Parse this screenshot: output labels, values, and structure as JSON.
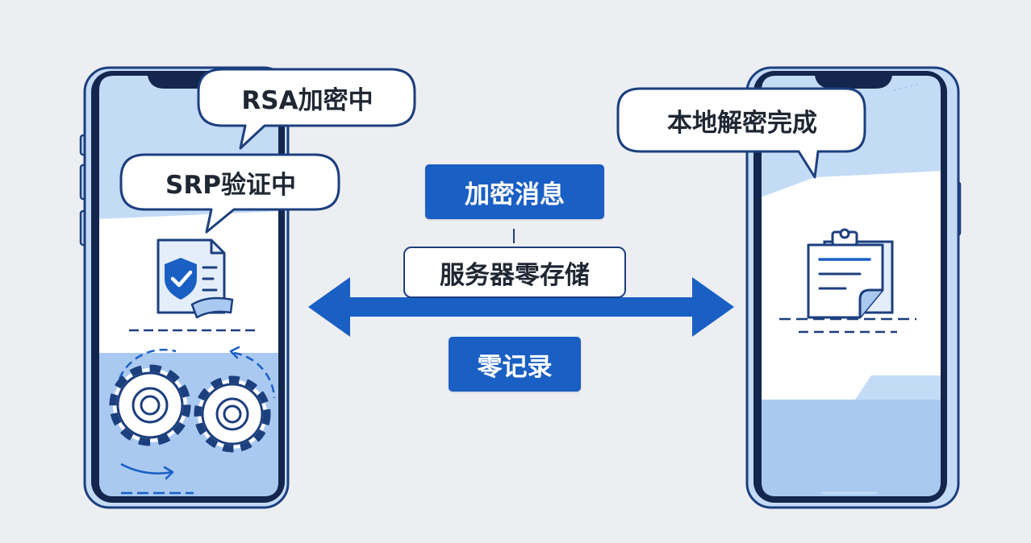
{
  "left_phone": {
    "bubble_rsa": "RSA加密中",
    "bubble_srp": "SRP验证中",
    "document_icon": "shield-check-document-icon",
    "gears_icon": "gears-icon"
  },
  "right_phone": {
    "bubble_done": "本地解密完成",
    "clipboard_icon": "clipboard-document-icon"
  },
  "center": {
    "tag_encrypted": "加密消息",
    "tag_server": "服务器零存储",
    "tag_zero_log": "零记录",
    "arrow_icon": "double-arrow-icon"
  },
  "colors": {
    "outline": "#1c3f7e",
    "accent": "#1a5fc4",
    "screen_light": "#c4dbf6",
    "screen_band": "#a9c9f0",
    "background": "#eceef1"
  }
}
